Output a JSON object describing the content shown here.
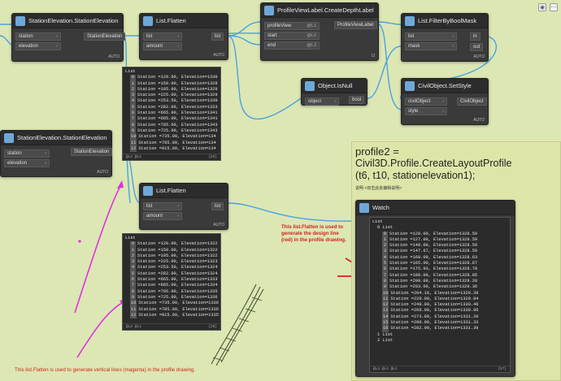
{
  "toolbar": {
    "icon_a": "eye-icon",
    "icon_b": "more-icon"
  },
  "nodes": {
    "station_elevation_1": {
      "title": "StationElevation.StationElevation",
      "in1": "station",
      "in2": "elevation",
      "out": "StationElevation",
      "lacing": "AUTO"
    },
    "flatten_1": {
      "title": "List.Flatten",
      "in1": "list",
      "in2": "amount",
      "out": "list",
      "lacing": "AUTO"
    },
    "profile_view_label": {
      "title": "ProfileViewLabel.CreateDepthLabel",
      "in1": "profileView",
      "in1_tag": "@L1",
      "in2": "start",
      "in2_tag": "@L2",
      "in3": "end",
      "in3_tag": "@L2",
      "out": "ProfileViewLabel",
      "lacing": "l3"
    },
    "filter_by_mask": {
      "title": "List.FilterByBoolMask",
      "in1": "list",
      "in2": "mask",
      "out1": "in",
      "out2": "out",
      "lacing": "AUTO"
    },
    "object_isnull": {
      "title": "Object.IsNull",
      "in1": "object",
      "out": "bool"
    },
    "civil_set_style": {
      "title": "CivilObject.SetStyle",
      "in1": "civilObject",
      "in2": "style",
      "out": "CivilObject",
      "lacing": "AUTO"
    },
    "station_elevation_2": {
      "title": "StationElevation.StationElevation",
      "in1": "station",
      "in2": "elevation",
      "out": "StationElevation",
      "lacing": "AUTO"
    },
    "flatten_2": {
      "title": "List.Flatten",
      "in1": "list",
      "in2": "amount",
      "out": "list",
      "lacing": "AUTO"
    }
  },
  "preview_top": {
    "header": "List",
    "rows": [
      {
        "i": "0",
        "t": "Station =120.00, Elevation=1330"
      },
      {
        "i": "1",
        "t": "Station =150.00, Elevation=1328"
      },
      {
        "i": "2",
        "t": "Station =195.00, Elevation=1329"
      },
      {
        "i": "3",
        "t": "Station =225.00, Elevation=1329"
      },
      {
        "i": "4",
        "t": "Station =253.50, Elevation=1330"
      },
      {
        "i": "5",
        "t": "Station =282.00, Elevation=1333"
      },
      {
        "i": "6",
        "t": "Station =665.00, Elevation=1341"
      },
      {
        "i": "7",
        "t": "Station =685.00, Elevation=1341"
      },
      {
        "i": "8",
        "t": "Station =705.00, Elevation=1343"
      },
      {
        "i": "9",
        "t": "Station =725.00, Elevation=1343"
      },
      {
        "i": "10",
        "t": "Station =735.00, Elevation=134"
      },
      {
        "i": "11",
        "t": "Station =785.00, Elevation=134"
      },
      {
        "i": "12",
        "t": "Station =815.00, Elevation=134"
      }
    ],
    "foot_left": "@L2 @L1",
    "foot_right": "{25}"
  },
  "preview_bottom": {
    "header": "List",
    "rows": [
      {
        "i": "0",
        "t": "Station =120.00, Elevation=1322"
      },
      {
        "i": "1",
        "t": "Station =150.00, Elevation=1322"
      },
      {
        "i": "2",
        "t": "Station =195.00, Elevation=1322"
      },
      {
        "i": "3",
        "t": "Station =225.00, Elevation=1323"
      },
      {
        "i": "4",
        "t": "Station =253.50, Elevation=1324"
      },
      {
        "i": "5",
        "t": "Station =282.00, Elevation=1324"
      },
      {
        "i": "6",
        "t": "Station =665.00, Elevation=1333"
      },
      {
        "i": "7",
        "t": "Station =685.00, Elevation=1334"
      },
      {
        "i": "8",
        "t": "Station =705.00, Elevation=1335"
      },
      {
        "i": "9",
        "t": "Station =725.00, Elevation=1336"
      },
      {
        "i": "10",
        "t": "Station =735.00, Elevation=1336"
      },
      {
        "i": "11",
        "t": "Station =785.00, Elevation=1336"
      },
      {
        "i": "12",
        "t": "Station =815.00, Elevation=1335"
      }
    ],
    "foot_left": "@L2 @L1",
    "foot_right": "{25}"
  },
  "code_block": {
    "line1": "profile2 =",
    "line2": "Civil3D.Profile.CreateLayoutProfile",
    "line3": "(t6, t10, stationelevation1);",
    "subtext": "说明 <双击此处编辑说明>"
  },
  "watch": {
    "title": "Watch",
    "header": "List",
    "sub0": "0 List",
    "rows": [
      {
        "i": "0",
        "t": "Station =120.00, Elevation=1328.59"
      },
      {
        "i": "1",
        "t": "Station =127.00, Elevation=1328.59"
      },
      {
        "i": "2",
        "t": "Station =140.00, Elevation=1328.59"
      },
      {
        "i": "3",
        "t": "Station =147.67, Elevation=1328.59"
      },
      {
        "i": "4",
        "t": "Station =160.00, Elevation=1328.63"
      },
      {
        "i": "5",
        "t": "Station =165.00, Elevation=1328.67"
      },
      {
        "i": "6",
        "t": "Station =175.93, Elevation=1328.79"
      },
      {
        "i": "7",
        "t": "Station =180.00, Elevation=1328.85"
      },
      {
        "i": "8",
        "t": "Station =200.00, Elevation=1329.28"
      },
      {
        "i": "9",
        "t": "Station =203.00, Elevation=1329.36"
      },
      {
        "i": "10",
        "t": "Station =204.18, Elevation=1329.39"
      },
      {
        "i": "11",
        "t": "Station =220.00, Elevation=1329.84"
      },
      {
        "i": "12",
        "t": "Station =240.00, Elevation=1330.46"
      },
      {
        "i": "13",
        "t": "Station =260.00, Elevation=1330.96"
      },
      {
        "i": "14",
        "t": "Station =273.00, Elevation=1331.20"
      },
      {
        "i": "15",
        "t": "Station =280.00, Elevation=1331.33"
      },
      {
        "i": "16",
        "t": "Station =282.00, Elevation=1331.39"
      }
    ],
    "sub1": "1 List",
    "sub2": "2 List",
    "foot_left": "@L3 @L2 @L1",
    "foot_right": "{57}"
  },
  "annotations": {
    "red_note": "This list.Flatten is used to generate the design line (red) in the profile drawing.",
    "bottom_note": "This list.Flatten is used to generate vertical lines (magenta) in the profile drawing."
  },
  "colors": {
    "background": "#dce7b4",
    "node": "#3a3a3a",
    "wire": "#4aa3df",
    "magenta": "#e030e0",
    "red": "#d62020"
  }
}
